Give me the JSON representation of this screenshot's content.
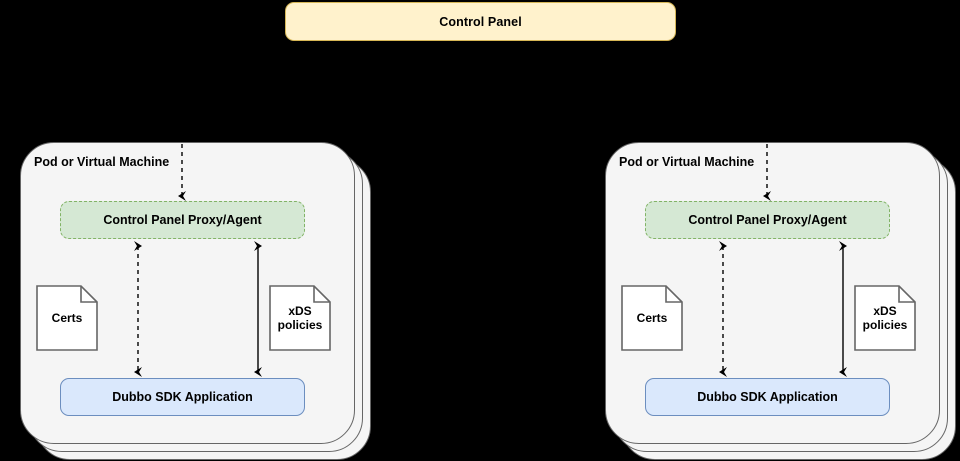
{
  "diagram": {
    "title_box": {
      "label": "Control Panel",
      "fill": "#fff2cc",
      "stroke": "#d6b656"
    },
    "background_color": "#000000",
    "groups": [
      {
        "id": "left",
        "container_label": "Pod or Virtual Machine",
        "container_fill": "#f5f5f5",
        "container_stroke": "#666666",
        "stacked_copies": 3,
        "proxy": {
          "label": "Control Panel Proxy/Agent",
          "fill": "#d5e8d4",
          "stroke": "#82b366",
          "stroke_style": "dashed"
        },
        "application": {
          "label": "Dubbo SDK Application",
          "fill": "#dae8fc",
          "stroke": "#6c8ebf",
          "stroke_style": "solid"
        },
        "notes": [
          {
            "id": "certs",
            "lines": [
              "Certs"
            ]
          },
          {
            "id": "xds",
            "lines": [
              "xDS",
              "policies"
            ]
          }
        ],
        "connections": [
          {
            "id": "control-panel-to-proxy",
            "style": "dashed",
            "direction": "down"
          },
          {
            "id": "proxy-to-application-certs",
            "style": "dashed",
            "direction": "both"
          },
          {
            "id": "proxy-to-application-xds",
            "style": "solid",
            "direction": "both"
          }
        ]
      },
      {
        "id": "right",
        "container_label": "Pod or Virtual Machine",
        "container_fill": "#f5f5f5",
        "container_stroke": "#666666",
        "stacked_copies": 3,
        "proxy": {
          "label": "Control Panel Proxy/Agent",
          "fill": "#d5e8d4",
          "stroke": "#82b366",
          "stroke_style": "dashed"
        },
        "application": {
          "label": "Dubbo SDK Application",
          "fill": "#dae8fc",
          "stroke": "#6c8ebf",
          "stroke_style": "solid"
        },
        "notes": [
          {
            "id": "certs",
            "lines": [
              "Certs"
            ]
          },
          {
            "id": "xds",
            "lines": [
              "xDS",
              "policies"
            ]
          }
        ],
        "connections": [
          {
            "id": "control-panel-to-proxy",
            "style": "dashed",
            "direction": "down"
          },
          {
            "id": "proxy-to-application-certs",
            "style": "dashed",
            "direction": "both"
          },
          {
            "id": "proxy-to-application-xds",
            "style": "solid",
            "direction": "both"
          }
        ]
      }
    ]
  }
}
